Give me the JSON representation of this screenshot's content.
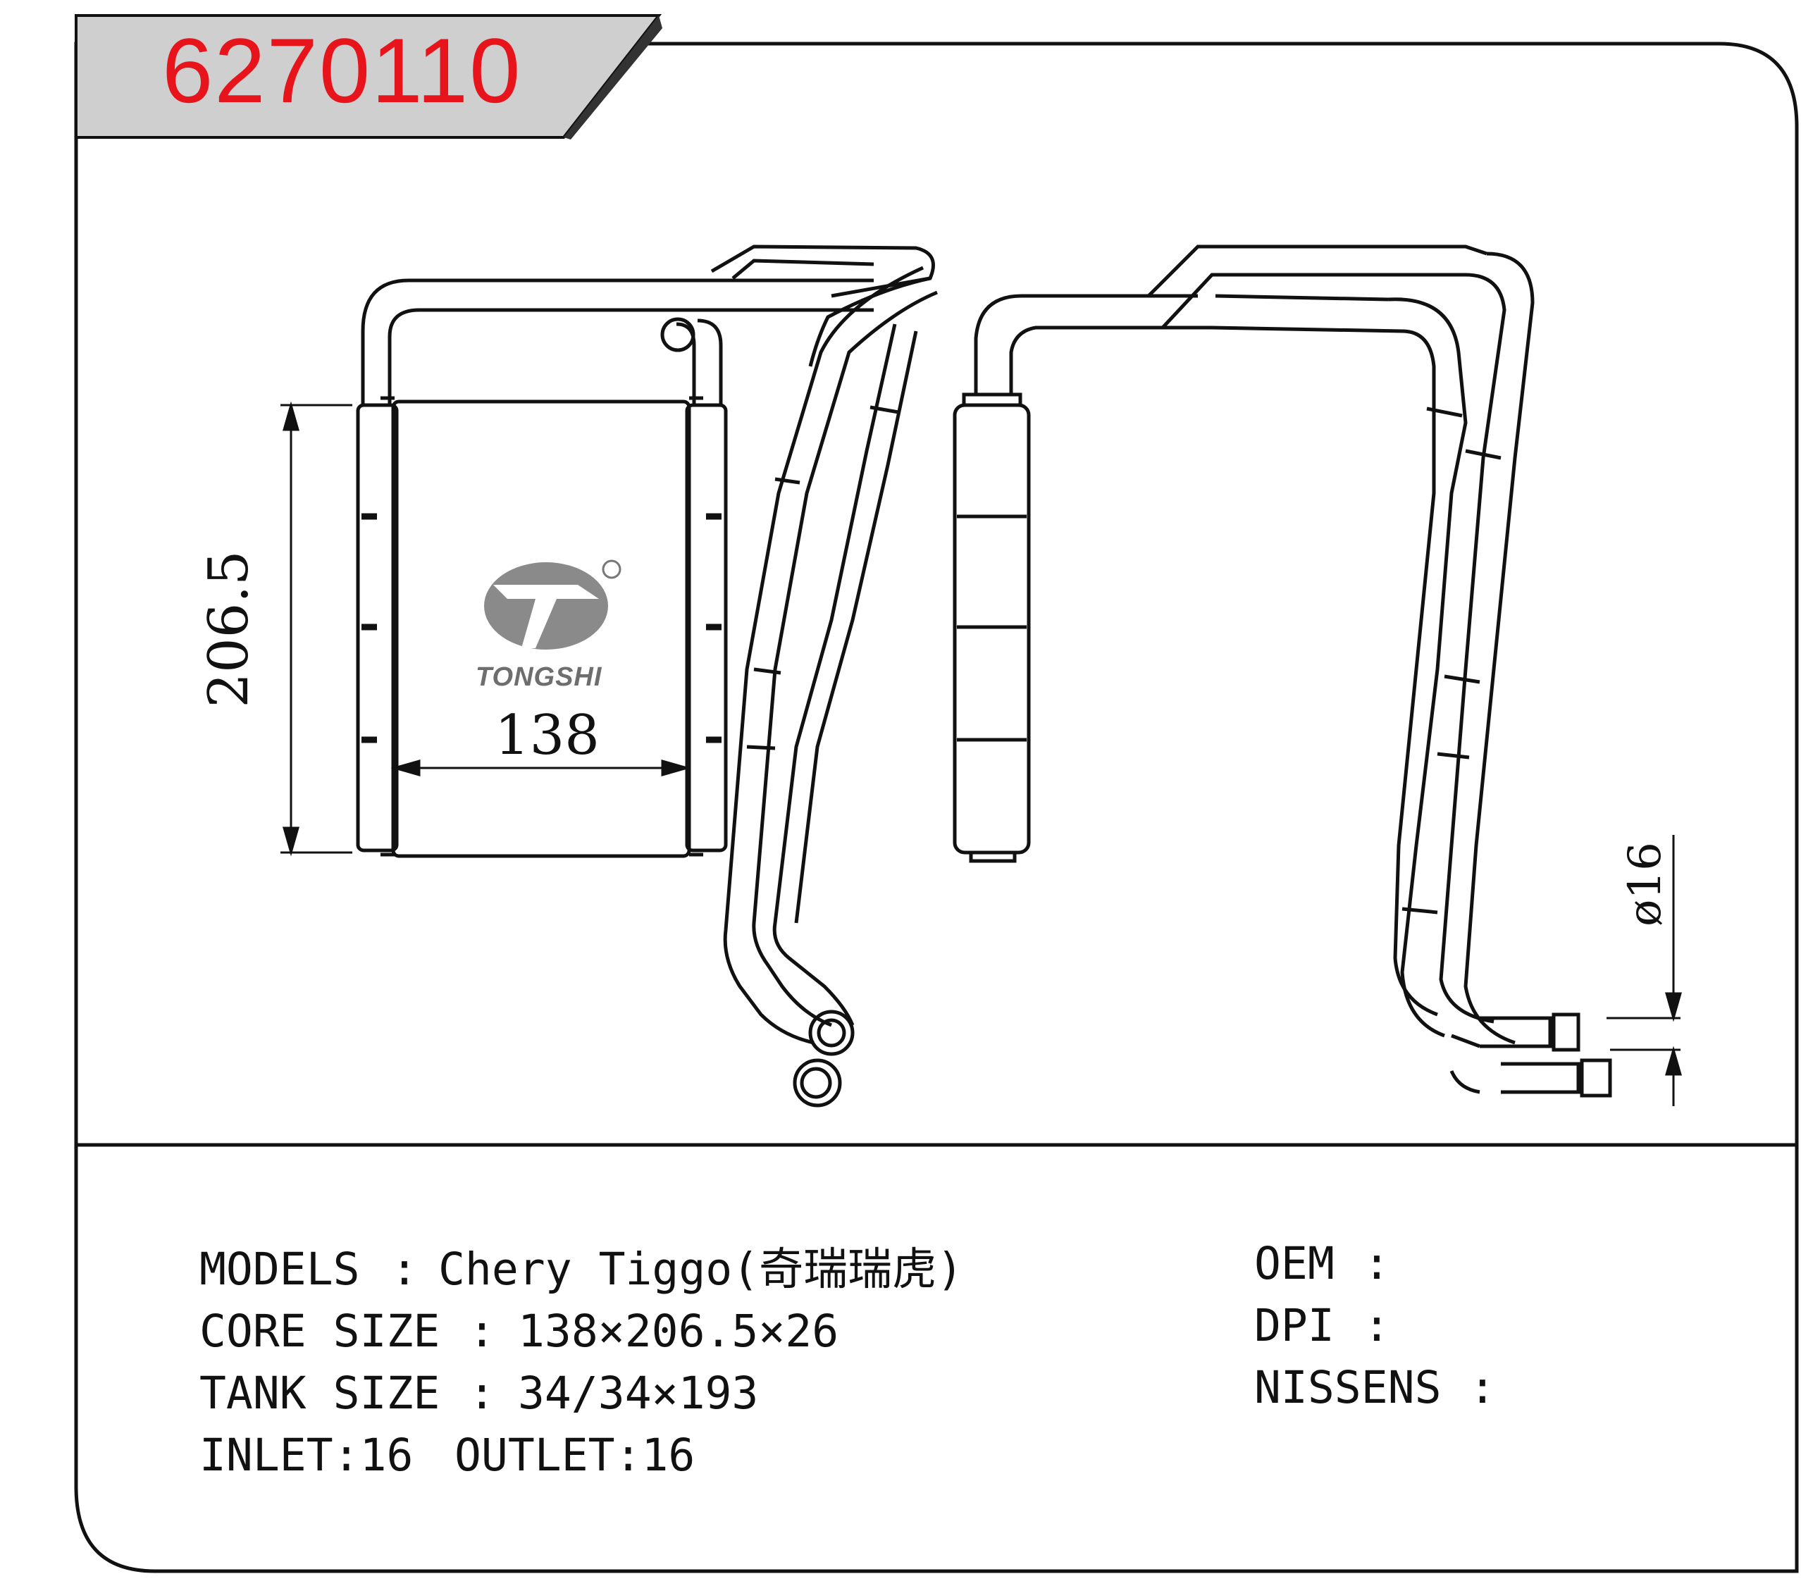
{
  "part_number": "6270110",
  "brand": "TONGSHI",
  "dimensions": {
    "core_width": "138",
    "core_height": "206.5",
    "pipe_diameter": "ø16"
  },
  "specs": {
    "models_label": "MODELS",
    "models_value": "Chery Tiggo(奇瑞瑞虎)",
    "core_label": "CORE SIZE",
    "core_value": "138×206.5×26",
    "tank_label": "TANK SIZE",
    "tank_value": "34/34×193",
    "inlet": "INLET:16",
    "outlet": "OUTLET:16",
    "oem_label": "OEM",
    "dpi_label": "DPI",
    "nissens_label": "NISSENS"
  },
  "colors": {
    "part_number": "#e8141b",
    "line": "#111111",
    "logo": "#6e6e6e"
  }
}
